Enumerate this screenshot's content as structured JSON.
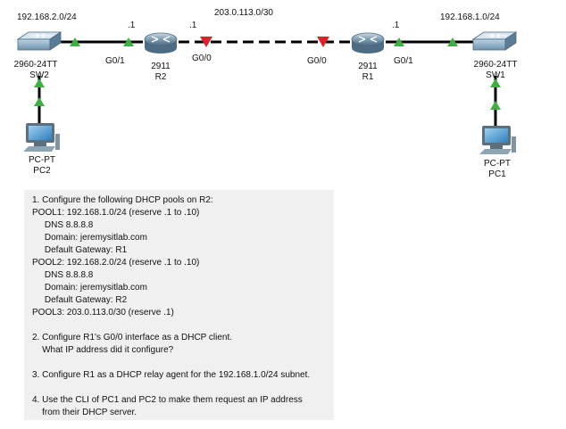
{
  "topology": {
    "networks": {
      "left_lan": "192.168.2.0/24",
      "wan": "203.0.113.0/30",
      "right_lan": "192.168.1.0/24"
    },
    "host_addrs": {
      "r2_left": ".1",
      "r2_wan": ".1",
      "r1_right": ".1"
    },
    "devices": {
      "sw2": {
        "model": "2960-24TT",
        "name": "SW2"
      },
      "r2": {
        "model": "2911",
        "name": "R2"
      },
      "r1": {
        "model": "2911",
        "name": "R1"
      },
      "sw1": {
        "model": "2960-24TT",
        "name": "SW1"
      },
      "pc2": {
        "model": "PC-PT",
        "name": "PC2"
      },
      "pc1": {
        "model": "PC-PT",
        "name": "PC1"
      }
    },
    "interfaces": {
      "r2_g01": "G0/1",
      "r2_g00": "G0/0",
      "r1_g00": "G0/0",
      "r1_g01": "G0/1"
    },
    "link_colors": {
      "up": "#3cb043",
      "down": "#d8232a",
      "cable": "#000000"
    }
  },
  "instructions": {
    "lines": [
      "1. Configure the following DHCP pools on R2:",
      "POOL1: 192.168.1.0/24 (reserve .1 to .10)",
      "     DNS 8.8.8.8",
      "     Domain: jeremysitlab.com",
      "     Default Gateway: R1",
      "POOL2: 192.168.2.0/24 (reserve .1 to .10)",
      "     DNS 8.8.8.8",
      "     Domain: jeremysitlab.com",
      "     Default Gateway: R2",
      "POOL3: 203.0.113.0/30 (reserve .1)",
      "",
      "2. Configure R1's G0/0 interface as a DHCP client.",
      "    What IP address did it configure?",
      "",
      "3. Configure R1 as a DHCP relay agent for the 192.168.1.0/24 subnet.",
      "",
      "4. Use the CLI of PC1 and PC2 to make them request an IP address",
      "    from their DHCP server."
    ]
  }
}
